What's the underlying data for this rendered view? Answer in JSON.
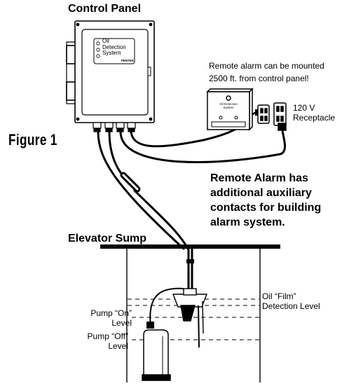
{
  "figure_label": "Figure 1",
  "control_panel": {
    "title": "Control Panel",
    "display_line1": "Oil",
    "display_line2": "Detection",
    "display_line3": "System",
    "brand": "PENTEK"
  },
  "remote_alarm": {
    "note_line1": "Remote alarm can be mounted",
    "note_line2": "2500 ft. from control panel!",
    "label_line1": "Oil Detection",
    "label_line2": "System"
  },
  "receptacle": {
    "line1": "120 V",
    "line2": "Receptacle"
  },
  "remote_info": {
    "line1": "Remote Alarm has",
    "line2": "additional auxiliary",
    "line3": "contacts for building",
    "line4": "alarm system."
  },
  "sump": {
    "title": "Elevator Sump"
  },
  "levels": {
    "oil_line1": "Oil “Film”",
    "oil_line2": "Detection Level",
    "pump_on_line1": "Pump “On”",
    "pump_on_line2": "Level",
    "pump_off_line1": "Pump “Off”",
    "pump_off_line2": "Level"
  }
}
